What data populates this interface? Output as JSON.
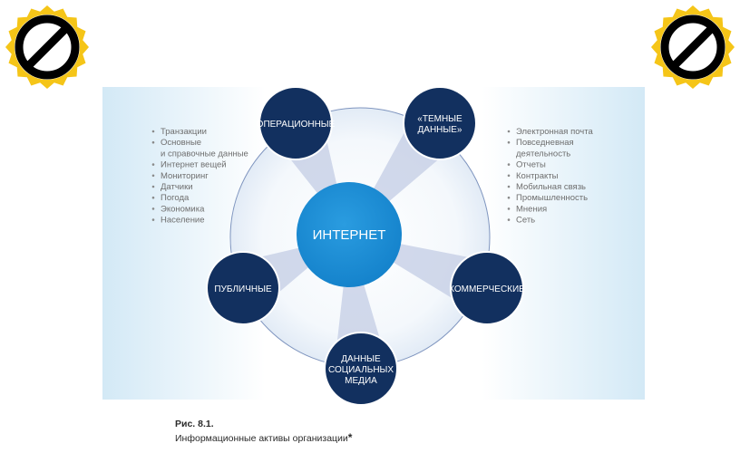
{
  "badges": [
    {
      "name": "no-sign-icon-left",
      "icon": "prohibition-sign"
    },
    {
      "name": "no-sign-icon-right",
      "icon": "prohibition-sign"
    }
  ],
  "diagram": {
    "center": "ИНТЕРНЕТ",
    "nodes": [
      {
        "id": "operational",
        "lines": [
          "ОПЕРАЦИОННЫЕ"
        ]
      },
      {
        "id": "dark-data",
        "lines": [
          "«ТЕМНЫЕ",
          "ДАННЫЕ»"
        ]
      },
      {
        "id": "commercial",
        "lines": [
          "КОММЕРЧЕСКИЕ"
        ]
      },
      {
        "id": "social-media",
        "lines": [
          "ДАННЫЕ",
          "СОЦИАЛЬНЫХ",
          "МЕДИА"
        ]
      },
      {
        "id": "public",
        "lines": [
          "ПУБЛИЧНЫЕ"
        ]
      }
    ],
    "left_list": [
      [
        "Транзакции"
      ],
      [
        "Основные",
        "и справочные данные"
      ],
      [
        "Интернет вещей"
      ],
      [
        "Мониторинг"
      ],
      [
        "Датчики"
      ],
      [
        "Погода"
      ],
      [
        "Экономика"
      ],
      [
        "Население"
      ]
    ],
    "right_list": [
      [
        "Электронная почта"
      ],
      [
        "Повседневная",
        "деятельность"
      ],
      [
        "Отчеты"
      ],
      [
        "Контракты"
      ],
      [
        "Мобильная связь"
      ],
      [
        "Промышленность"
      ],
      [
        "Мнения"
      ],
      [
        "Сеть"
      ]
    ],
    "colors": {
      "node": "#12305f",
      "center": "#1e8fd6",
      "ring": "#7f95bf",
      "beam": "#c3cce4",
      "background": "#d8ecf7"
    }
  },
  "caption": {
    "title": "Рис. 8.1.",
    "text": "Информационные активы организации",
    "mark": "*"
  }
}
